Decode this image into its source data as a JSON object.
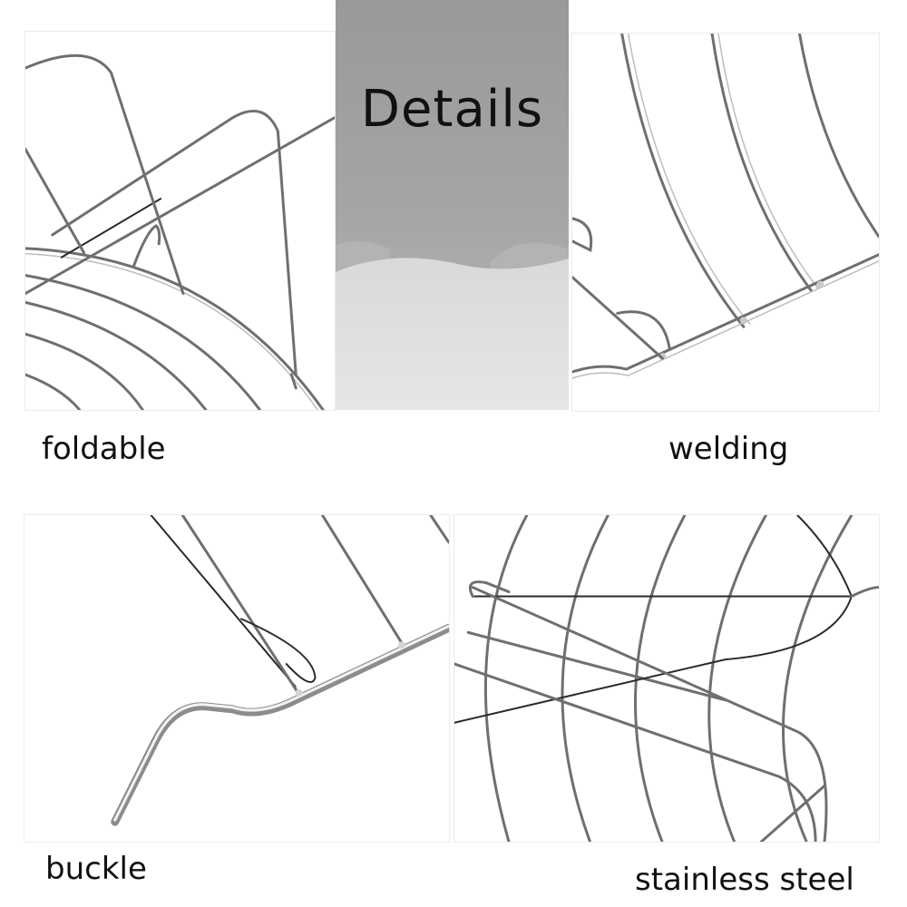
{
  "banner": {
    "title": "Details",
    "colors": {
      "top": "#999999",
      "wave": "#b5b5b5",
      "bottom": "#e4e4e4"
    }
  },
  "panels": [
    {
      "id": "foldable",
      "label": "foldable",
      "depicts": "folding wire handles hinged on a round rack"
    },
    {
      "id": "welding",
      "label": "welding",
      "depicts": "welded joints on wire rack rim"
    },
    {
      "id": "buckle",
      "label": "buckle",
      "depicts": "bent wire buckle foot of rack"
    },
    {
      "id": "stainless-steel",
      "label": "stainless steel",
      "depicts": "stainless steel wire grid with handles"
    }
  ]
}
